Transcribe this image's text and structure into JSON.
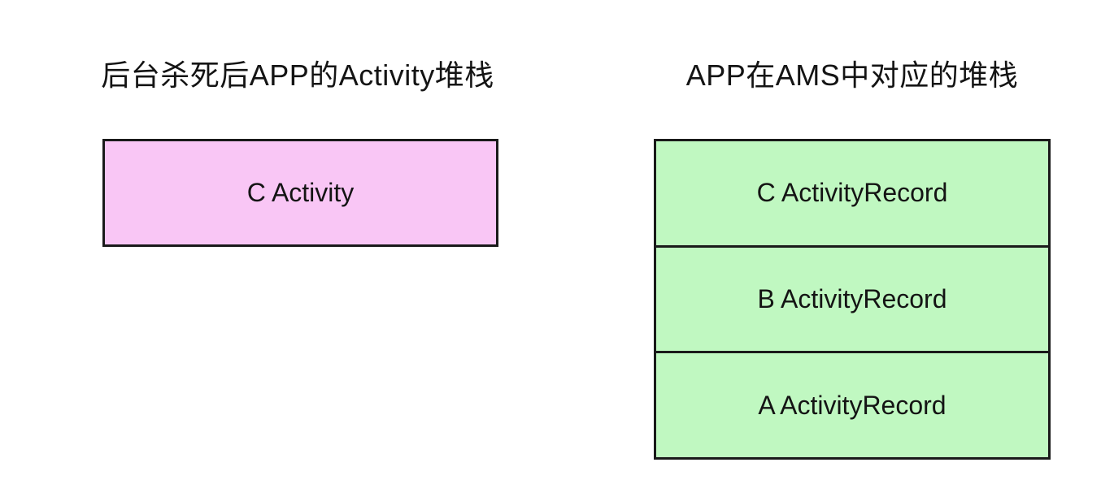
{
  "diagram": {
    "left": {
      "title": "后台杀死后APP的Activity堆栈",
      "fill_color": "#f9c6f5",
      "stack": [
        {
          "label": "C Activity"
        }
      ]
    },
    "right": {
      "title": "APP在AMS中对应的堆栈",
      "fill_color": "#c0f8c1",
      "stack": [
        {
          "label": "C ActivityRecord"
        },
        {
          "label": "B ActivityRecord"
        },
        {
          "label": "A ActivityRecord"
        }
      ]
    },
    "border_color": "#1a1a1a",
    "background_color": "#ffffff",
    "text_color": "#141414"
  }
}
